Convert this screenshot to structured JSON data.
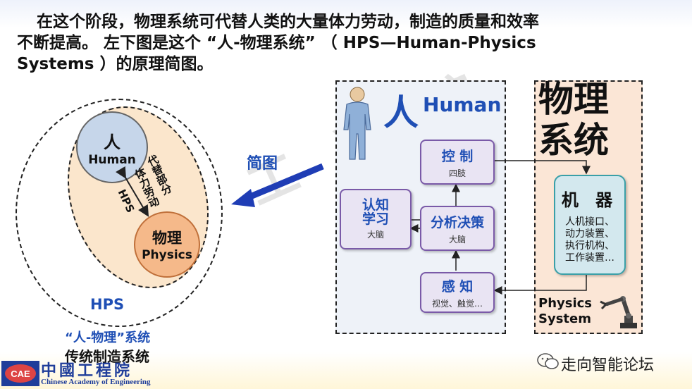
{
  "intro": {
    "line1": "在这个阶段，物理系统可代替人类的大量体力劳动，制造的质量和效率",
    "line2": "不断提高。 左下图是这个 “人-物理系统” （ HPS—Human-Physics",
    "line3": "Systems ）的原理简图。"
  },
  "left_diagram": {
    "human_cn": "人",
    "human_en": "Human",
    "physics_cn": "物理",
    "physics_en": "Physics",
    "arrow_text_1": "代替部分",
    "arrow_text_2": "体力劳动",
    "arrow_label": "HPS",
    "outer_label": "HPS",
    "system_caption": "“人-物理”系统",
    "traditional_caption": "传统制造系统"
  },
  "jiantu_label": "简图",
  "human_panel": {
    "title_cn": "人",
    "title_en": "Human",
    "boxes": {
      "control": {
        "title": "控 制",
        "sub": "四肢"
      },
      "cognition": {
        "title1": "认知",
        "title2": "学习",
        "sub": "大脑"
      },
      "decision": {
        "title": "分析决策",
        "sub": "大脑"
      },
      "perception": {
        "title": "感 知",
        "sub": "视觉、触觉…"
      }
    }
  },
  "physics_panel": {
    "title_line1": "物理",
    "title_line2": "系统",
    "machine_title": "机 器",
    "machine_items": [
      "人机接口、",
      "动力装置、",
      "执行机构、",
      "工作装置…"
    ],
    "system_label_1": "Physics",
    "system_label_2": "System"
  },
  "watermark": "HP 工 程 院",
  "wechat_label": "走向智能论坛",
  "footer": {
    "cn": "中國工程院",
    "en": "Chinese Academy of Engineering",
    "logo_text": "CAE"
  },
  "colors": {
    "accent_blue": "#1f4fb5",
    "box_border": "#7a5aa8",
    "machine_border": "#3aa0a8",
    "human_fill": "#c6d6ea",
    "physics_fill": "#f5b98a"
  }
}
